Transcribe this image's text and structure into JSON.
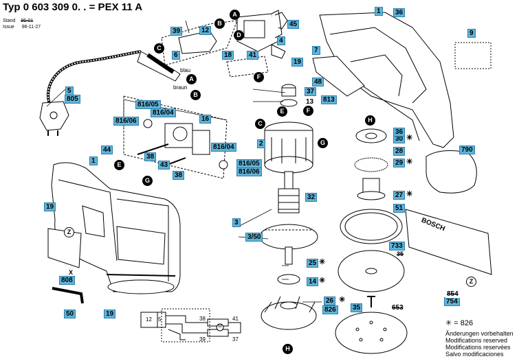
{
  "header": {
    "title": "Typ 0 603 309 0. . = PEX 11 A",
    "stand": "Stand",
    "stand_value": "95-01",
    "issue": "Issue",
    "issue_value": "96-11-27"
  },
  "wire_words": {
    "blau": "blau",
    "braun": "braun"
  },
  "labels": {
    "l1": "1",
    "l1b": "1",
    "l2": "2",
    "l3": "3",
    "l350": "3/50",
    "l4": "4",
    "l5": "5",
    "l805": "805",
    "l6": "6",
    "l7": "7",
    "l9": "9",
    "l12": "12",
    "l14": "14",
    "l16": "16",
    "l18": "18",
    "l19a": "19",
    "l19b": "19",
    "l19c": "19",
    "l25": "25",
    "l26": "26",
    "l826": "826",
    "l27": "27",
    "l28": "28",
    "l29": "29",
    "l30": "30",
    "l32": "32",
    "l35": "35",
    "l36a": "36",
    "l36b": "36",
    "l37": "37",
    "l38a": "38",
    "l38b": "38",
    "l39": "39",
    "l41": "41",
    "l43": "43",
    "l44": "44",
    "l45": "45",
    "l48": "48",
    "l50": "50",
    "l51": "51",
    "l653": "653",
    "l733": "733",
    "l754": "754",
    "l790": "790",
    "l808": "808",
    "l813": "813",
    "l816_05a": "816/05",
    "l816_04a": "816/04",
    "l816_06a": "816/06",
    "l816_04b": "816/04",
    "l816_05b": "816/05",
    "l816_06b": "816/06",
    "l13": "13",
    "l854": "854"
  },
  "crossed": {
    "x35": "35",
    "x808": "X"
  },
  "letters": {
    "a1": "A",
    "a2": "A",
    "b1": "B",
    "b2": "B",
    "c1": "C",
    "c2": "C",
    "d": "D",
    "e1": "E",
    "e2": "E",
    "f1": "F",
    "f2": "F",
    "g1": "G",
    "g2": "G",
    "h1": "H",
    "h2": "H",
    "z1": "Z",
    "z2": "Z"
  },
  "bosch_bag": "BOSCH",
  "schematic": {
    "s12": "12",
    "s5": "5",
    "s38": "38",
    "s41": "41",
    "s39": "39",
    "s37": "37",
    "motor": "M"
  },
  "legend": {
    "star_note": "✳ = 826",
    "notes": [
      "Änderungen vorbehalten",
      "Modifications reserved",
      "Modifications reservées",
      "Salvo modificaciones"
    ]
  }
}
